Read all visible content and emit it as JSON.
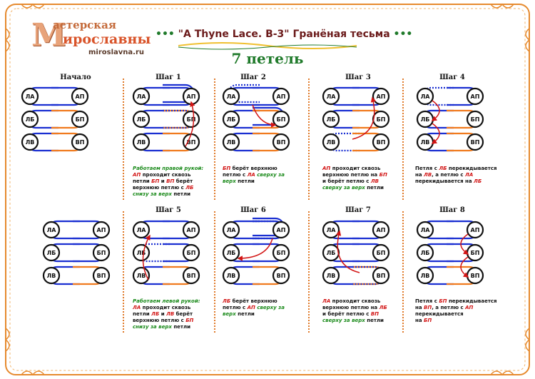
{
  "header": {
    "logo_line1": "астерская",
    "logo_line2": "ирославны",
    "logo_big_letter": "М",
    "logo_site": "miroslavna.ru",
    "title": "\"A Thyne Lace. B-3\" Гранёная тесьма",
    "subtitle": "7 петель",
    "title_dots": "•••"
  },
  "loops": {
    "la": "ЛА",
    "lb": "ЛБ",
    "lv": "ЛВ",
    "ap": "АП",
    "bp": "БП",
    "vp": "ВП"
  },
  "colors": {
    "left_loop": "#1a2fd1",
    "right_loop": "#f07a1e",
    "arrow": "#d21414",
    "frame": "#e68a2e"
  },
  "steps_row1": [
    {
      "title": "Начало"
    },
    {
      "title": "Шаг 1"
    },
    {
      "title": "Шаг 2"
    },
    {
      "title": "Шаг 3"
    },
    {
      "title": "Шаг 4"
    }
  ],
  "steps_row2": [
    {
      "title": "Шаг 5"
    },
    {
      "title": "Шаг 6"
    },
    {
      "title": "Шаг 7"
    },
    {
      "title": "Шаг 8"
    }
  ],
  "desc": {
    "s1": {
      "a": "Работаем правой рукой:",
      "b": "АП",
      "c": " проходит сквозь",
      "d": "петли ",
      "e": "БП",
      "f": " и ",
      "g": "ВП",
      "h": " берёт",
      "i": "верхнюю петлю с ",
      "j": "ЛБ",
      "k": "снизу за верх",
      "l": " петли"
    },
    "s2": {
      "a": "БП",
      "b": " берёт верхнюю",
      "c": "петлю с ",
      "d": "ЛА",
      "e": " сверху за",
      "f": "верх",
      "g": " петли"
    },
    "s3": {
      "a": "АП",
      "b": " проходит сквозь",
      "c": "верхнюю петлю на ",
      "d": "БП",
      "e": "и берёт петлю с ",
      "f": "ЛВ",
      "g": "сверху за верх",
      "h": " петли"
    },
    "s4": {
      "a": "Петля с ",
      "b": "ЛБ",
      "c": " перекидывается",
      "d": "на ",
      "e": "ЛВ",
      "f": ", а петлю с ",
      "g": "ЛА",
      "h": "перекидывается на ",
      "i": "ЛБ"
    },
    "s5": {
      "a": "Работаем левой рукой:",
      "b": "ЛА",
      "c": " проходит сквозь",
      "d": "петли ",
      "e": "ЛБ",
      "f": " и ",
      "g": "ЛВ",
      "h": " берёт",
      "i": "верхнюю петлю с ",
      "j": "БП",
      "k": "снизу за верх",
      "l": " петли"
    },
    "s6": {
      "a": "ЛБ",
      "b": " берёт верхнюю",
      "c": "петлю с ",
      "d": "АП",
      "e": " сверху за",
      "f": "верх",
      "g": " петли"
    },
    "s7": {
      "a": "ЛА",
      "b": " проходит сквозь",
      "c": "верхнюю петлю на ",
      "d": "ЛБ",
      "e": "и берёт петлю с ",
      "f": "ВП",
      "g": "сверху за верх",
      "h": " петли"
    },
    "s8": {
      "a": "Петля с ",
      "b": "БП",
      "c": " перекидывается",
      "d": "на ",
      "e": "ВП",
      "f": ", а петлю с ",
      "g": "АП",
      "h": "перекидывается",
      "i": "на ",
      "j": "БП"
    }
  }
}
